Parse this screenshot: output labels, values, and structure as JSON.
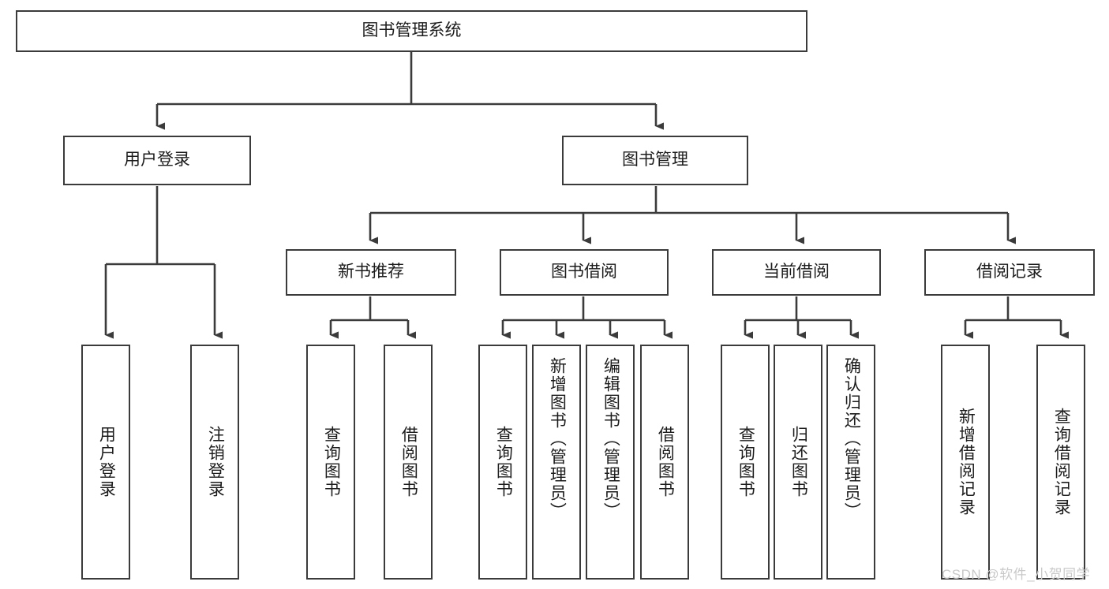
{
  "diagram": {
    "type": "tree",
    "title": "图书管理系统",
    "root": {
      "label": "图书管理系统"
    },
    "level2": [
      {
        "label": "用户登录"
      },
      {
        "label": "图书管理"
      }
    ],
    "level3": [
      {
        "label": "新书推荐"
      },
      {
        "label": "图书借阅"
      },
      {
        "label": "当前借阅"
      },
      {
        "label": "借阅记录"
      }
    ],
    "leaves": {
      "user_login": [
        {
          "label": "用户登录"
        },
        {
          "label": "注销登录"
        }
      ],
      "new_book_recommend": [
        {
          "label": "查询图书"
        },
        {
          "label": "借阅图书"
        }
      ],
      "book_borrow": [
        {
          "label": "查询图书"
        },
        {
          "label": "新增图书（管理员）"
        },
        {
          "label": "编辑图书（管理员）"
        },
        {
          "label": "借阅图书"
        }
      ],
      "current_borrow": [
        {
          "label": "查询图书"
        },
        {
          "label": "归还图书"
        },
        {
          "label": "确认归还（管理员）"
        }
      ],
      "borrow_record": [
        {
          "label": "新增借阅记录"
        },
        {
          "label": "查询借阅记录"
        }
      ]
    }
  },
  "watermark": {
    "text": "CSDN @软件_小贺同学"
  },
  "colors": {
    "stroke": "#3b3b3b",
    "text": "#1c1c1c",
    "background": "#ffffff",
    "watermark": "#c9c9c9"
  }
}
